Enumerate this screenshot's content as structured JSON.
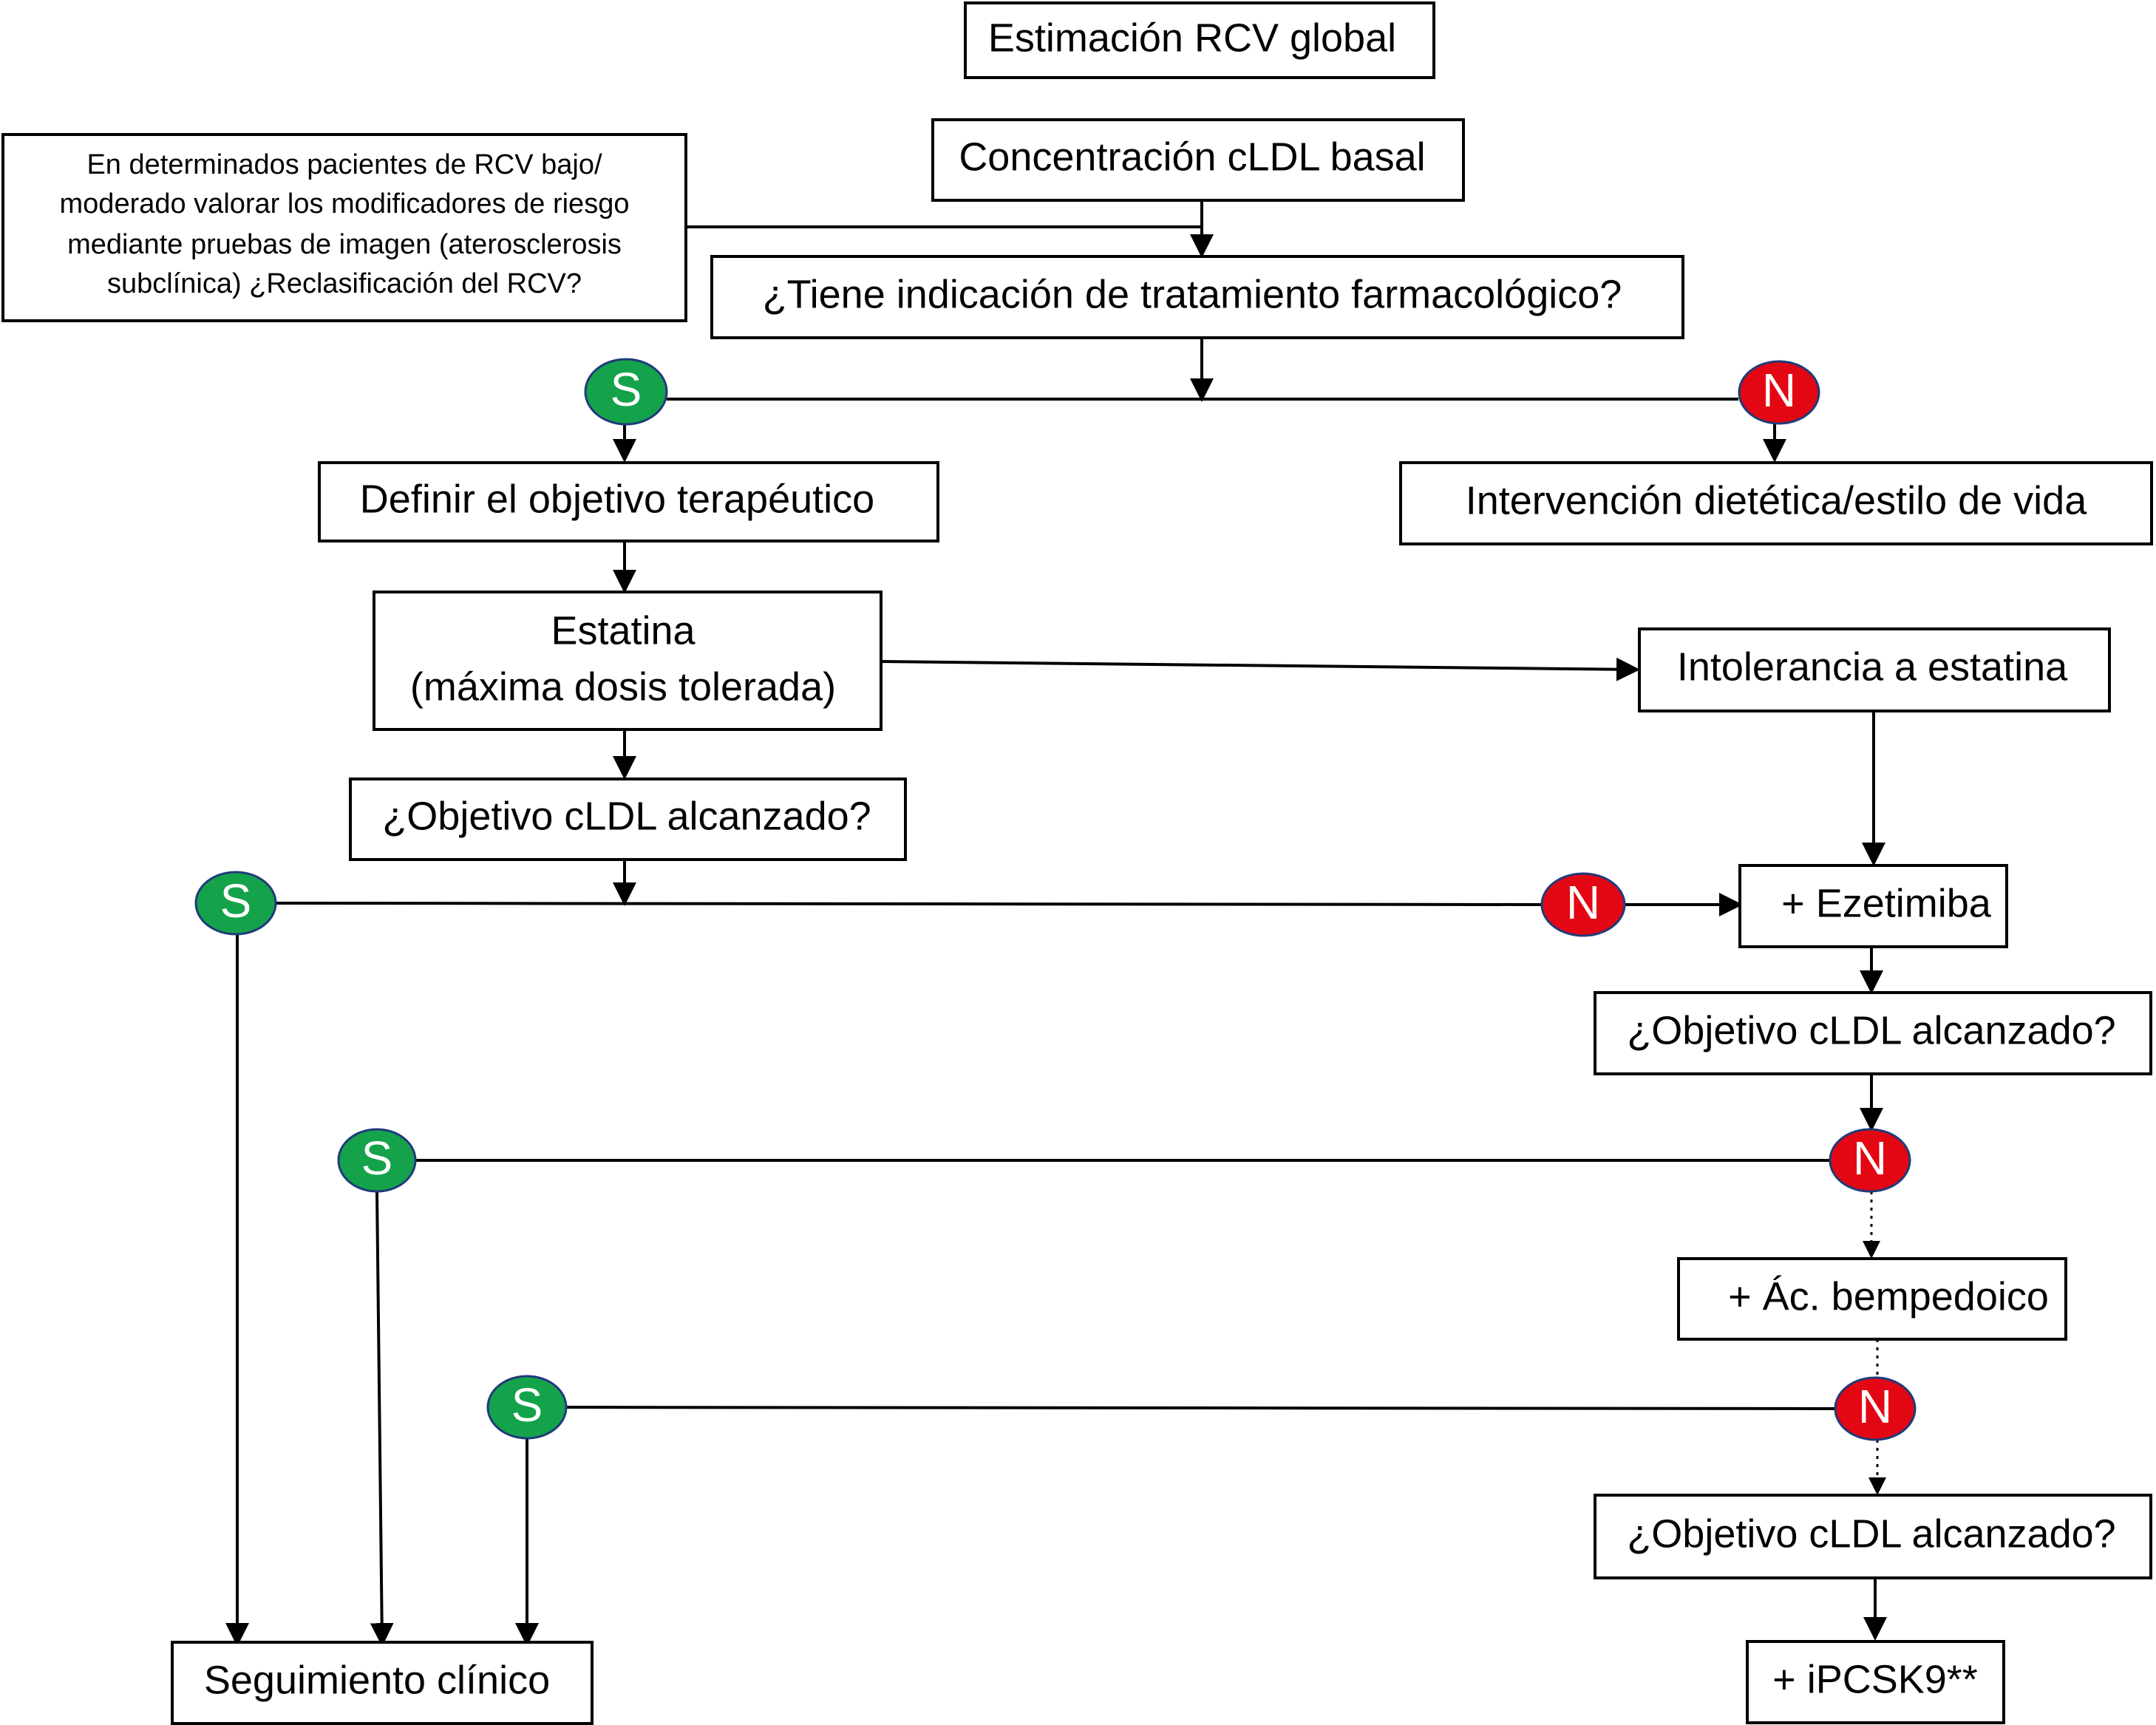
{
  "nodes": {
    "estimacion": "Estimación  RCV global",
    "concentracion": "Concentración  cLDL basal",
    "nota": [
      "En determinados pacientes de RCV bajo/",
      "moderado valorar los modificadores de riesgo",
      "mediante pruebas de imagen (aterosclerosis",
      "subclínica) ¿Reclasificación del RCV?"
    ],
    "indicacion": "¿Tiene  indicación  de tratamiento  farmacológico?",
    "definir": "Definir  el objetivo  terapéutico",
    "intervencion": "Intervención  dietética/estilo   de vida",
    "estatina": [
      "Estatina",
      "(máxima  dosis  tolerada)"
    ],
    "intolerancia": "Intolerancia  a estatina",
    "objetivo1": "¿Objetivo  cLDL alcanzado?",
    "ezetimiba": "+ Ezetimiba",
    "objetivo2": "¿Objetivo  cLDL alcanzado?",
    "bempedoico": "+ Ác. bempedoico",
    "objetivo3": "¿Objetivo  cLDL alcanzado?",
    "ipcsk9": "+ iPCSK9**",
    "seguimiento": "Seguimiento  clínico"
  },
  "badges": {
    "yes": "S",
    "no": "N"
  },
  "colors": {
    "yes": "#14a34a",
    "no": "#e30613",
    "badge_outline": "#1f3b7a",
    "line": "#000000"
  }
}
